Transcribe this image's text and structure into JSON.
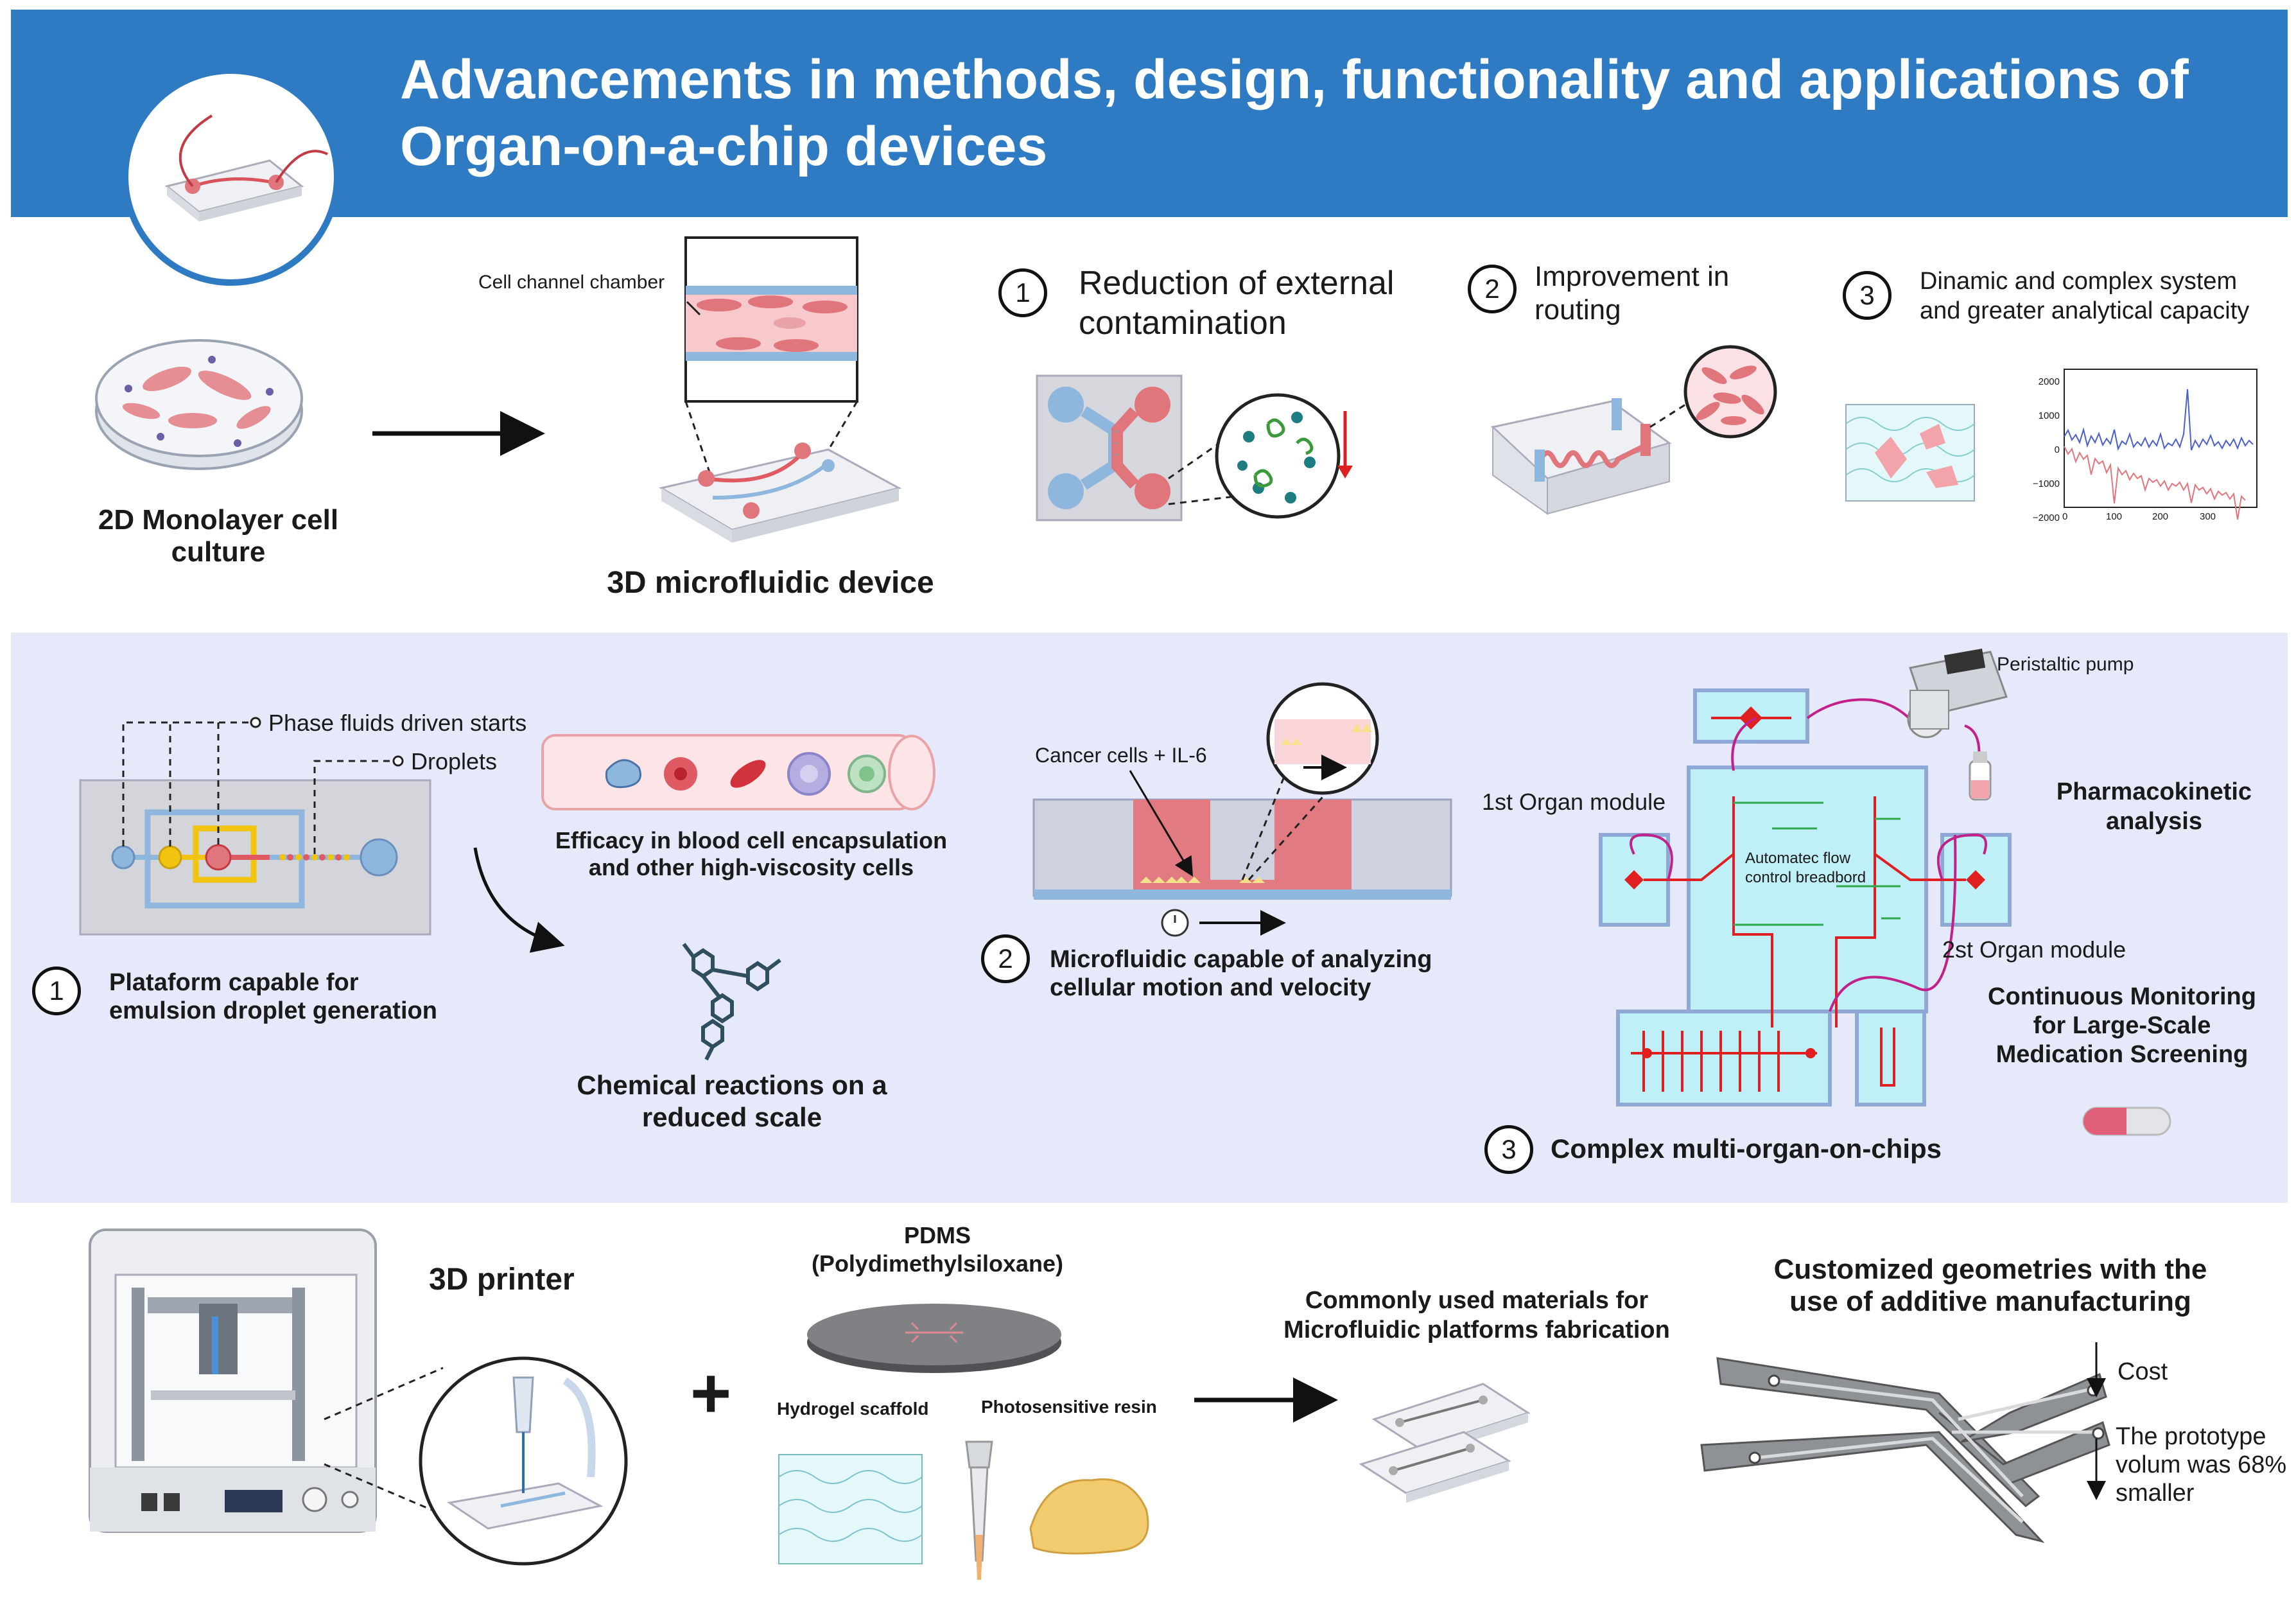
{
  "header": {
    "title": "Advancements in methods, design, functionality and applications of Organ-on-a-chip devices"
  },
  "top": {
    "monolayer_label": "2D Monolayer cell culture",
    "chamber_label": "Cell channel chamber",
    "device_label": "3D microfluidic device",
    "benefits": [
      {
        "num": "1",
        "label": "Reduction of external contamination"
      },
      {
        "num": "2",
        "label": "Improvement in routing"
      },
      {
        "num": "3",
        "label": "Dinamic and complex system and greater analytical capacity"
      }
    ],
    "mini_chart": {
      "y_ticks": [
        "2000",
        "1000",
        "0",
        "−1000",
        "−2000"
      ],
      "x_ticks": [
        "0",
        "100",
        "200",
        "300"
      ]
    }
  },
  "middle": {
    "phase_label": "Phase fluids driven starts",
    "droplets_label": "Droplets",
    "item1_num": "1",
    "item1_label": "Plataform capable for emulsion droplet generation",
    "efficacy_label": "Efficacy in blood cell encapsulation and other high-viscosity cells",
    "chemical_label": "Chemical reactions on a reduced scale",
    "cancer_label": "Cancer cells + IL-6",
    "item2_num": "2",
    "item2_label": "Microfluidic capable of analyzing cellular motion and velocity",
    "pump_label": "Peristaltic pump",
    "organ1_label": "1st Organ module",
    "organ2_label": "2st Organ module",
    "breadboard_label": "Automatec flow control breadbord",
    "pk_label": "Pharmacokinetic analysis",
    "monitoring_label": "Continuous Monitoring for Large-Scale Medication Screening",
    "item3_num": "3",
    "item3_label": "Complex multi-organ-on-chips"
  },
  "bottom": {
    "printer_label": "3D printer",
    "plus": "+",
    "pdms_label": "PDMS (Polydimethylsiloxane)",
    "hydrogel_label": "Hydrogel scaffold",
    "resin_label": "Photosensitive resin",
    "materials_label": "Commonly used materials for Microfluidic platforms fabrication",
    "custom_label": "Customized geometries with the use of additive manufacturing",
    "cost_label": "Cost",
    "prototype_label": "The prototype volum was 68% smaller"
  },
  "colors": {
    "header_blue": "#2e7bc4",
    "band_lavender": "#e6e9fa",
    "cell_red": "#e0767c",
    "channel_blue": "#8fb6dc",
    "organ_cyan": "#bff0f7",
    "wire_red": "#e02020"
  }
}
